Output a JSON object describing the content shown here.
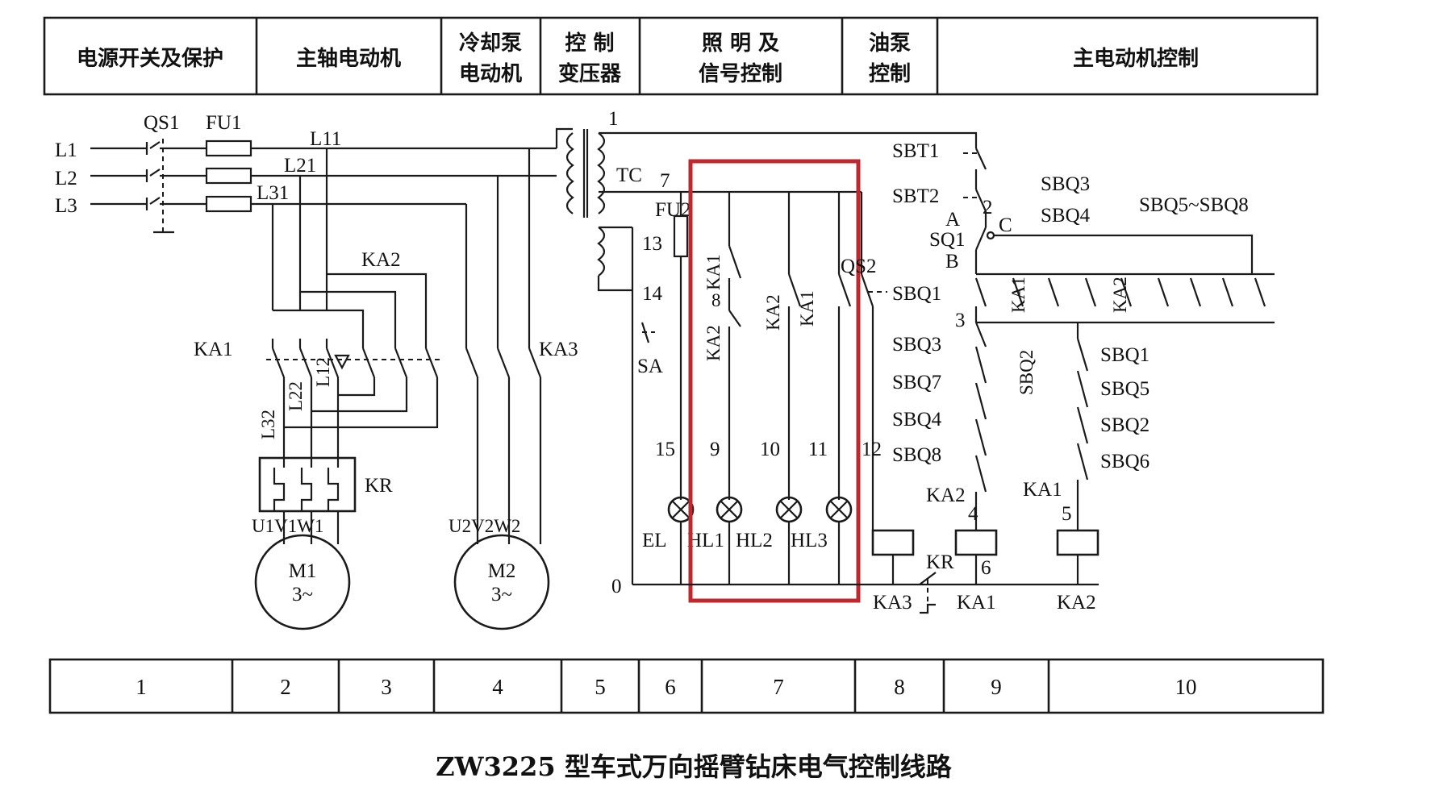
{
  "header": {
    "columns": [
      {
        "lines": [
          "电源开关及保护"
        ]
      },
      {
        "lines": [
          "主轴电动机"
        ]
      },
      {
        "lines": [
          "冷却泵",
          "电动机"
        ]
      },
      {
        "lines": [
          "控  制",
          "变压器"
        ]
      },
      {
        "lines": [
          "照 明 及",
          "信号控制"
        ]
      },
      {
        "lines": [
          "油泵",
          "控制"
        ]
      },
      {
        "lines": [
          "主电动机控制"
        ]
      }
    ]
  },
  "footer": {
    "zones": [
      "1",
      "2",
      "3",
      "4",
      "5",
      "6",
      "7",
      "8",
      "9",
      "10"
    ]
  },
  "title": "ZW3225 型车式万向摇臂钻床电气控制线路",
  "labels": {
    "qs1": "QS1",
    "fu1": "FU1",
    "l1": "L1",
    "l2": "L2",
    "l3": "L3",
    "l11": "L11",
    "l21": "L21",
    "l31": "L31",
    "ka2_top": "KA2",
    "ka1_main": "KA1",
    "ka3_main": "KA3",
    "l32": "L32",
    "l22": "L22",
    "l12": "L12",
    "kr": "KR",
    "u1v1w1": "U1V1W1",
    "u2v2w2": "U2V2W2",
    "m1": "M1",
    "m2": "M2",
    "phase": "3~",
    "tc": "TC",
    "fu2": "FU2",
    "qs2": "QS2",
    "sa": "SA",
    "n1": "1",
    "n7": "7",
    "n13": "13",
    "n14": "14",
    "n8": "8",
    "n15": "15",
    "n9": "9",
    "n10": "10",
    "n11": "11",
    "n12": "12",
    "n0": "0",
    "ka1_v": "KA1",
    "ka2_v": "KA2",
    "ka2_v2": "KA2",
    "ka1_v2": "KA1",
    "el": "EL",
    "hl1": "HL1",
    "hl2": "HL2",
    "hl3": "HL3",
    "sbt1": "SBT1",
    "sbt2": "SBT2",
    "n2": "2",
    "a": "A",
    "b": "B",
    "c": "C",
    "sq1": "SQ1",
    "sbq3_top": "SBQ3",
    "sbq4_top": "SBQ4",
    "sbq5_8": "SBQ5~SBQ8",
    "sbq1_left": "SBQ1",
    "ka1_cnt": "KA1",
    "ka2_cnt": "KA2",
    "n3": "3",
    "sbq3": "SBQ3",
    "sbq7": "SBQ7",
    "sbq4": "SBQ4",
    "sbq8": "SBQ8",
    "sbq2_v": "SBQ2",
    "sbq1": "SBQ1",
    "sbq5": "SBQ5",
    "sbq2": "SBQ2",
    "sbq6": "SBQ6",
    "ka2_c": "KA2",
    "ka1_c": "KA1",
    "n4": "4",
    "n5": "5",
    "n6": "6",
    "kr_c": "KR",
    "ka3_coil": "KA3",
    "ka1_coil": "KA1",
    "ka2_coil": "KA2"
  },
  "colors": {
    "highlight": "#c0282d",
    "ink": "#1a1a1a"
  }
}
